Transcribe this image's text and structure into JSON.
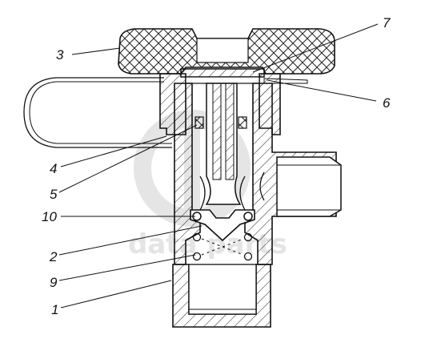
{
  "figure": {
    "watermark": "data parts",
    "callouts": [
      {
        "id": "1",
        "text": "1"
      },
      {
        "id": "2",
        "text": "2"
      },
      {
        "id": "3",
        "text": "3"
      },
      {
        "id": "4",
        "text": "4"
      },
      {
        "id": "5",
        "text": "5"
      },
      {
        "id": "6",
        "text": "6"
      },
      {
        "id": "7",
        "text": "7"
      },
      {
        "id": "9",
        "text": "9"
      },
      {
        "id": "10",
        "text": "10"
      }
    ]
  }
}
